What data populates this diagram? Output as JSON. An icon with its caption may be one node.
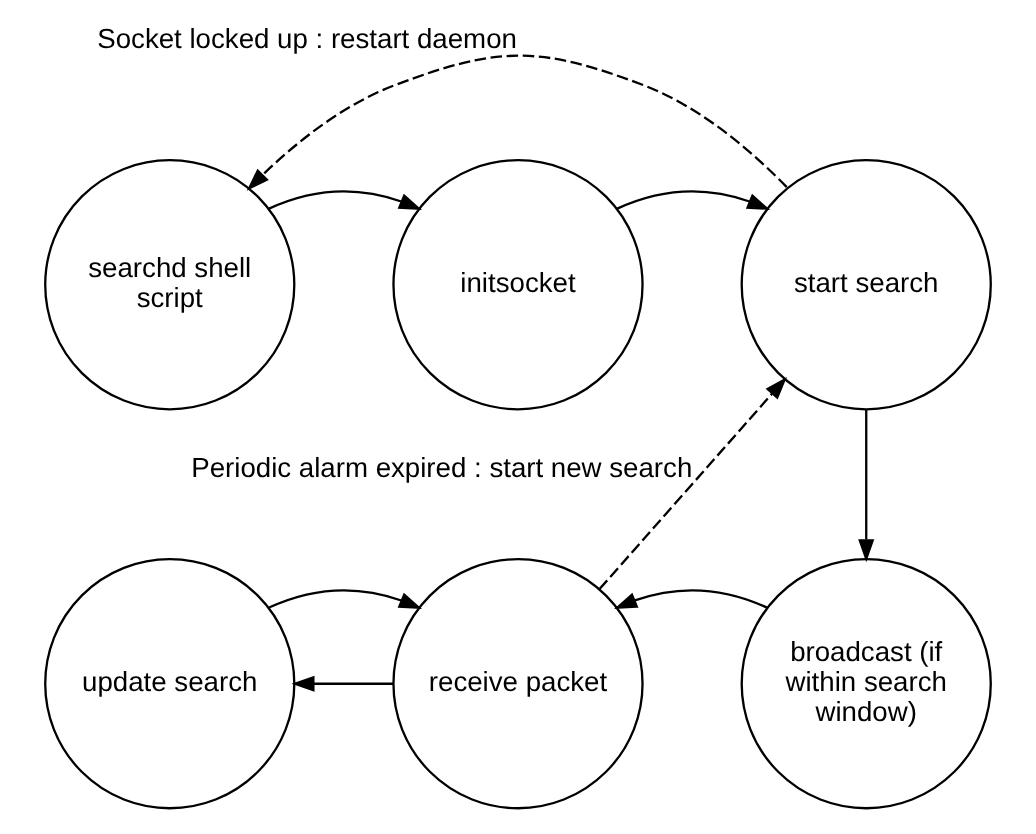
{
  "diagram": {
    "nodes": [
      {
        "text": [
          "searchd shell script"
        ]
      },
      {
        "text": [
          "initsocket"
        ]
      },
      {
        "text": [
          "start search"
        ]
      },
      {
        "text": [
          "broadcast (if within search window)"
        ]
      },
      {
        "text": [
          "receive packet"
        ]
      },
      {
        "text": [
          "update search"
        ]
      }
    ],
    "edges": [
      {
        "from": 0,
        "to": 1,
        "arrow": "to"
      },
      {
        "from": 1,
        "to": 2,
        "arrow": "to"
      },
      {
        "from": 2,
        "to": 0,
        "arrow": "to",
        "style": "dashed",
        "label": "Socket locked up : restart daemon"
      },
      {
        "from": 2,
        "to": 3,
        "arrow": "to"
      },
      {
        "from": 3,
        "to": 4,
        "arrow": "to"
      },
      {
        "from": 4,
        "to": 5,
        "arrow": "to"
      },
      {
        "from": 5,
        "to": 4,
        "arrow": "to"
      },
      {
        "from": 4,
        "to": 2,
        "arrow": "to",
        "style": "dashed",
        "label": "Periodic alarm expired : start new search"
      }
    ]
  }
}
